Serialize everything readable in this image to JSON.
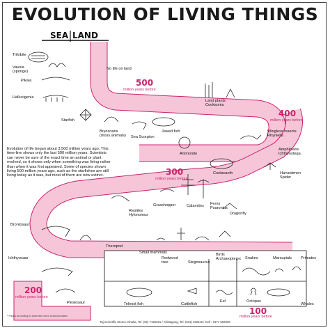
{
  "title": "EVOLUTION OF LIVING THINGS",
  "headers": {
    "sea": "SEA",
    "land": "LAND"
  },
  "intro": "Evolution of life began about 3,500 million years ago. This time-line shows only the last 500 million years. Scientists can never be sure of the exact time an animal or plant evolved, so it shows only when something was living rather than when it was first appeared. Some of species shown living 500 million years ago, such as the starfishes are still living today as it was, but most of them are now extinct.",
  "timeline": [
    {
      "value": "500",
      "unit": "million years before"
    },
    {
      "value": "400",
      "unit": "million years before"
    },
    {
      "value": "300",
      "unit": "million years before"
    },
    {
      "value": "200",
      "unit": "million years before"
    },
    {
      "value": "100",
      "unit": "million years before"
    }
  ],
  "labels": {
    "trilobite": "Trilobite",
    "vauxia": "Vauxia\n(sponge)",
    "pikaia": "Pikaia",
    "hallucigenia": "Hallucigenia",
    "no_life": "No life on land",
    "land_plants": "Land plants\nCooksonia",
    "starfish": "Starfish",
    "bryozoans": "Bryozoans\n(moss animals)",
    "sea_scorpion": "Sea Scorpion",
    "jawed_fish": "Jawed fish",
    "wingless_insects": "Wingless insects\nRhyniella",
    "ammonite": "Ammonite",
    "amphibians": "Amphibians\nIchthyostega",
    "coelacanth": "Coelacanth",
    "harvestmen": "Harvestmen\nSpider",
    "grasshopper": "Grasshopper",
    "calamites": "Calamites",
    "ferns": "Ferns\nPsaronius",
    "dragonfly": "Dragonfly",
    "reptiles": "Reptiles\nHylonomus",
    "brontosaur": "Brontosaur",
    "theropod": "Theropod",
    "small_mammals": "Small mammals",
    "redwood": "Redwood\ntree",
    "stegosaurus": "Stegosaurus",
    "birds": "Birds\nArchaeopteryx",
    "snakes": "Snakes",
    "marsupials": "Marsupials",
    "primates": "Primates",
    "ichthyosaur": "Ichthyosaur",
    "plesiosaur": "Plesiosaur",
    "teleost": "Teleost fish",
    "cuttlefish": "Cuttlefish",
    "eel": "Eel",
    "octopus": "Octopus",
    "whales": "Whales"
  },
  "note": "* Pikaia according to scientists were protochordates",
  "footer": "Taj Scientific Stores, Dhaka, Tel: (02) 7125261 / Chittagong, Tel: (031) 632116 / Cell : 0171 502506",
  "colors": {
    "band": "#f6c6d8",
    "band_edge": "#c8246c",
    "accent": "#c8246c"
  }
}
